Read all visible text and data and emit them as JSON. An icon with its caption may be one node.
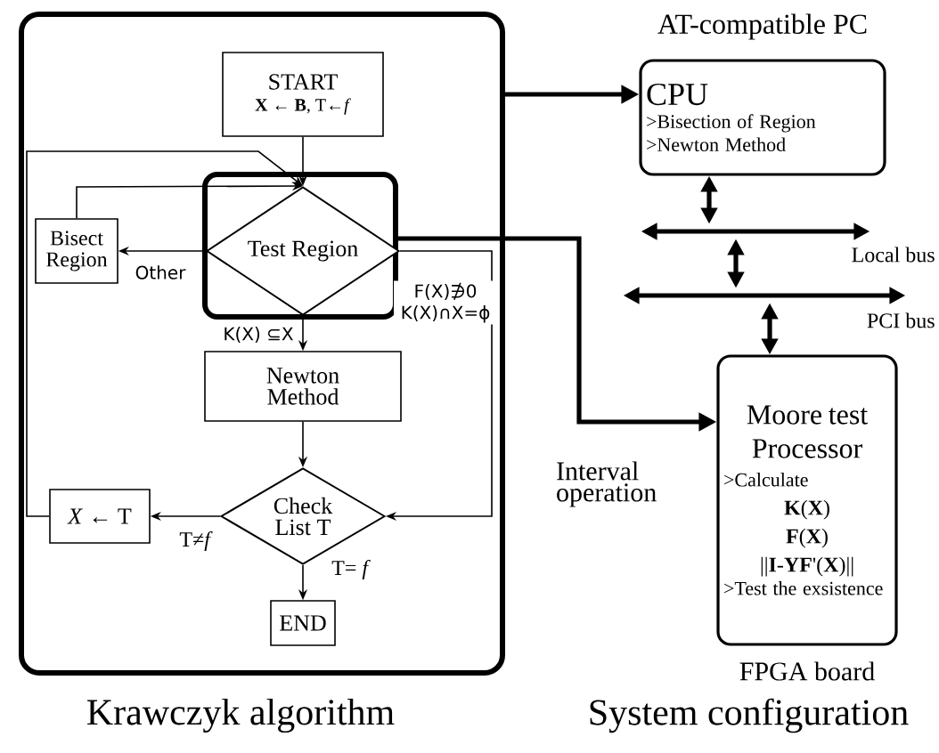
{
  "diagram": {
    "nodes": [
      {
        "text": [
          "Krawczyk algorithm"
        ]
      },
      {
        "text": [
          "START",
          "**X** ← **B**, T←*f*"
        ],
        "in": 0
      },
      {
        "text": [],
        "shape": "box",
        "in": 0
      },
      {
        "text": [
          "Test Region"
        ],
        "in": 2
      },
      {
        "text": [
          "Bisect Region"
        ],
        "in": 0
      },
      {
        "text": [
          "Newton Method"
        ],
        "in": 0
      },
      {
        "text": [
          "Check List T"
        ],
        "in": 0
      },
      {
        "text": [
          "*X* ← T"
        ],
        "in": 0
      },
      {
        "text": [
          "END"
        ],
        "in": 0
      },
      {
        "text": [
          "CPU",
          ">Bisection of Region",
          ">Newton Method"
        ],
        "beside": [
          "AT-compatible PC"
        ]
      },
      {
        "text": [
          "Moore test Processor",
          ">Calculate",
          "**K**(**X**)",
          "**F**(**X**)",
          "||**I**-**YF**'(**X**)||",
          ">Test the exsistence"
        ],
        "beside": [
          "FPGA board"
        ]
      },
      {
        "text": [],
        "shape": "bar",
        "beside": [
          "Local bus"
        ]
      },
      {
        "text": [],
        "shape": "bar",
        "beside": [
          "PCI bus"
        ]
      }
    ],
    "edges": [
      {
        "from": 1,
        "to": 3,
        "arrow": "to"
      },
      {
        "from": 3,
        "to": 4,
        "arrow": "to",
        "label": "Other"
      },
      {
        "from": 4,
        "to": 3,
        "arrow": "to"
      },
      {
        "from": 3,
        "to": 5,
        "arrow": "to",
        "label": "K(X) ⊆X"
      },
      {
        "from": 3,
        "to": 6,
        "arrow": "to",
        "label": "F(X)∌0 K(X)∩X=ϕ"
      },
      {
        "from": 5,
        "to": 6,
        "arrow": "to"
      },
      {
        "from": 6,
        "to": 7,
        "arrow": "to",
        "label": "T≠*f*"
      },
      {
        "from": 6,
        "to": 8,
        "arrow": "to",
        "label": "T= *f*"
      },
      {
        "from": 7,
        "to": 3,
        "arrow": "to"
      },
      {
        "from": 0,
        "to": 9,
        "arrow": "to",
        "style": "thick"
      },
      {
        "from": 2,
        "to": 10,
        "arrow": "to",
        "style": "thick",
        "label": "Interval operation"
      },
      {
        "from": 9,
        "to": 11,
        "arrow": "both",
        "style": "thick"
      },
      {
        "from": 11,
        "to": 12,
        "arrow": "both",
        "style": "thick"
      },
      {
        "from": 12,
        "to": 10,
        "arrow": "both",
        "style": "thick"
      }
    ],
    "labels": [
      "System configuration"
    ]
  }
}
